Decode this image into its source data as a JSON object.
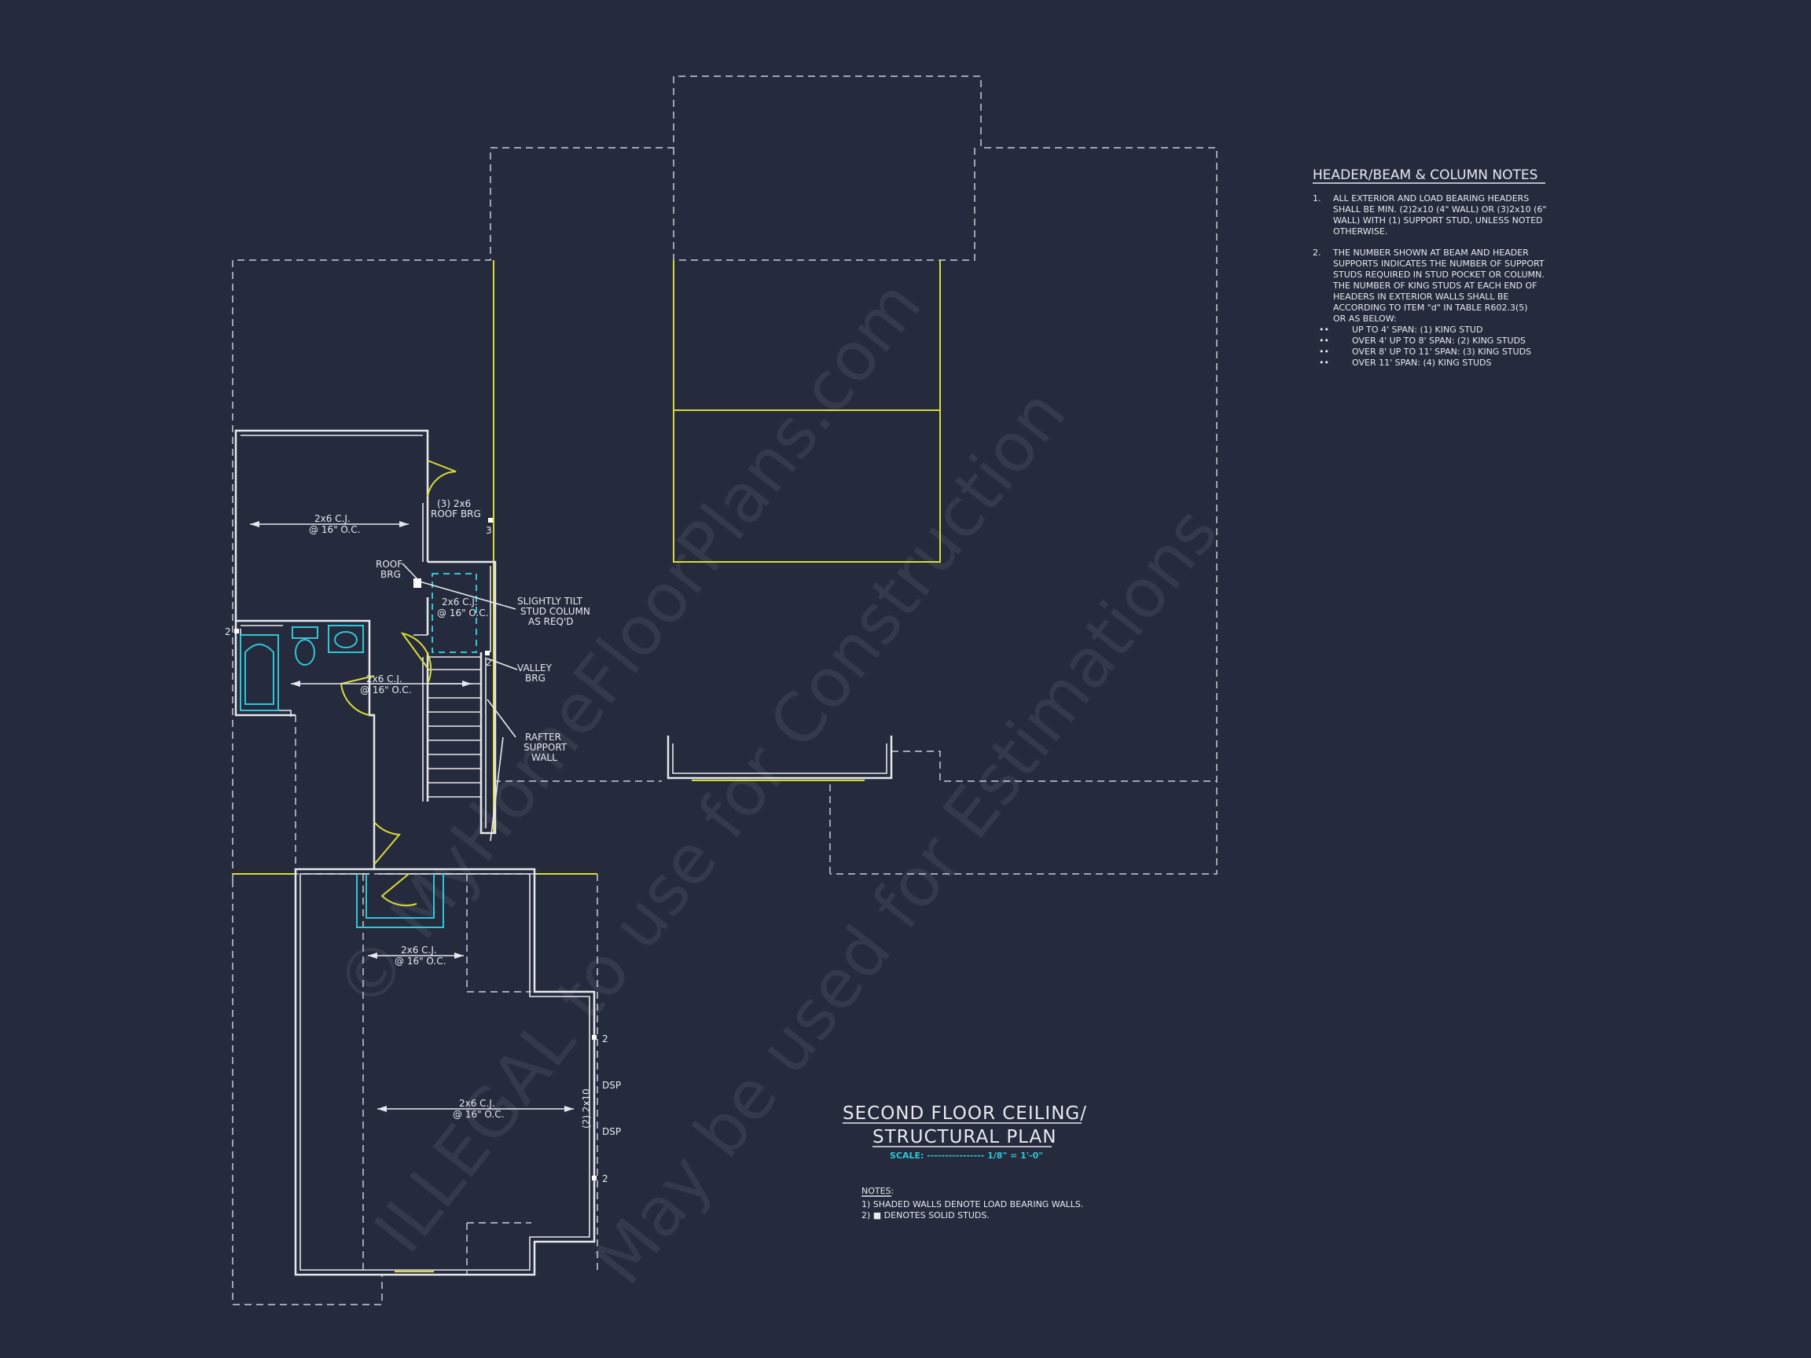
{
  "drawing": {
    "title_line1": "SECOND FLOOR CEILING/",
    "title_line2": "STRUCTURAL PLAN",
    "scale_label": "SCALE: ---------------- 1/8\" = 1'-0\"",
    "notes_heading": "NOTES:",
    "notes": [
      "1) SHADED WALLS DENOTE LOAD BEARING WALLS.",
      "2) ■ DENOTES SOLID STUDS."
    ]
  },
  "header_notes": {
    "title": "HEADER/BEAM & COLUMN NOTES",
    "item1_num": "1.",
    "item1_lines": [
      "ALL EXTERIOR AND LOAD BEARING HEADERS",
      "SHALL BE MIN. (2)2x10 (4\" WALL) OR (3)2x10 (6\"",
      "WALL) WITH (1) SUPPORT STUD, UNLESS NOTED",
      "OTHERWISE."
    ],
    "item2_num": "2.",
    "item2_lines": [
      "THE NUMBER SHOWN AT BEAM AND HEADER",
      "SUPPORTS INDICATES THE NUMBER OF SUPPORT",
      "STUDS REQUIRED IN STUD POCKET OR COLUMN.",
      "THE NUMBER OF KING STUDS AT EACH END OF",
      "HEADERS IN EXTERIOR WALLS SHALL BE",
      "ACCORDING TO ITEM \"d\" IN TABLE R602.3(5)",
      "OR AS BELOW:"
    ],
    "bullet": "••",
    "bullets": [
      "UP TO 4' SPAN: (1) KING STUD",
      "OVER 4' UP TO 8' SPAN: (2) KING STUDS",
      "OVER 8' UP TO 11' SPAN: (3) KING STUDS",
      "OVER 11' SPAN: (4) KING STUDS"
    ]
  },
  "plan_labels": {
    "joist_a_1": "2x6 C.J.",
    "joist_a_2": "@ 16\" O.C.",
    "brg_3_1": "(3) 2x6",
    "brg_3_2": "ROOF BRG",
    "brg_3_num": "3",
    "roof_brg_1": "ROOF",
    "roof_brg_2": "BRG",
    "joist_b_1": "2x6 C.J.",
    "joist_b_2": "@ 16\" O.C.",
    "tilt_1": "SLIGHTLY TILT",
    "tilt_2": "STUD COLUMN",
    "tilt_3": "AS REQ'D",
    "valley_1": "VALLEY",
    "valley_2": "BRG",
    "valley_num": "2",
    "bath_num": "2",
    "joist_c_1": "2x6 C.J.",
    "joist_c_2": "@ 16\" O.C.",
    "rafter_1": "RAFTER",
    "rafter_2": "SUPPORT",
    "rafter_3": "WALL",
    "joist_d_1": "2x6 C.J.",
    "joist_d_2": "@ 16\" O.C.",
    "joist_e_1": "2x6 C.J.",
    "joist_e_2": "@ 16\" O.C.",
    "header_label": "(2) 2x10",
    "num_top": "2",
    "dsp_top": "DSP",
    "dsp_bottom": "DSP",
    "num_bottom": "2"
  },
  "watermark": {
    "line1": "© MyHomeFloorPlans.com",
    "line2": "ILLEGAL to use for Construction",
    "line3": "May be used for Estimations"
  },
  "colors": {
    "background": "#252a3c",
    "linework": "#e6e8ee",
    "bearing": "#d8dc3a",
    "fixtures": "#2fc6d6"
  }
}
